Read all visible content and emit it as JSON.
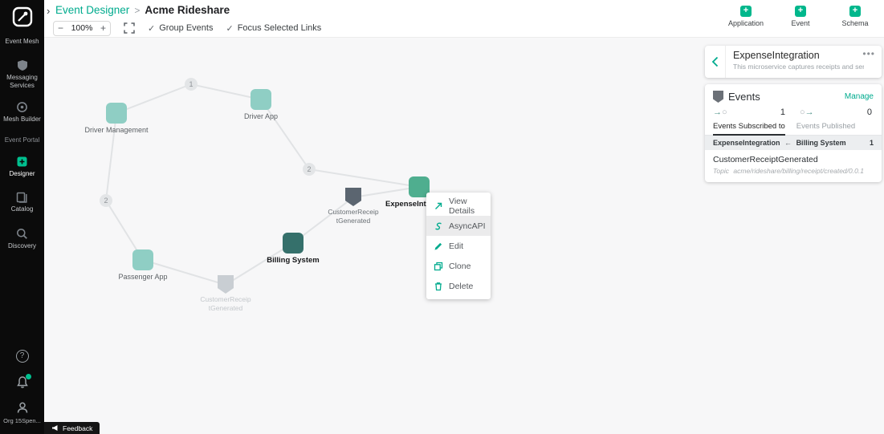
{
  "colors": {
    "accent": "#00ab8e",
    "node_teal": "#8fcec4",
    "node_selected_green": "#4fae8f",
    "node_dark_teal": "#35706b",
    "event_shield_gray": "#5b6570",
    "canvas_bg": "#f7f7f8",
    "sidebar_bg": "#0b0b0b"
  },
  "sidebar": {
    "nav_top": [
      {
        "label": "Event Mesh"
      },
      {
        "label": "Messaging Services"
      },
      {
        "label": "Mesh Builder"
      }
    ],
    "section_label": "Event Portal",
    "nav_portal": [
      {
        "label": "Designer"
      },
      {
        "label": "Catalog"
      },
      {
        "label": "Discovery"
      }
    ],
    "org_label": "Org 15Spen...",
    "feedback_label": "Feedback"
  },
  "header": {
    "breadcrumb": {
      "section": "Event Designer",
      "separator": ">",
      "page": "Acme Rideshare"
    },
    "zoom": {
      "minus": "−",
      "level": "100%",
      "plus": "+"
    },
    "toggles": [
      {
        "label": "Group Events"
      },
      {
        "label": "Focus Selected Links"
      }
    ],
    "create_buttons": [
      {
        "label": "Application"
      },
      {
        "label": "Event"
      },
      {
        "label": "Schema"
      }
    ]
  },
  "graph": {
    "nodes": [
      {
        "label": "Driver Management",
        "type": "application"
      },
      {
        "label": "Driver App",
        "type": "application"
      },
      {
        "label": "Passenger App",
        "type": "application"
      },
      {
        "label": "Billing System",
        "type": "application",
        "selected": true
      },
      {
        "label": "ExpenseIntegration",
        "type": "application",
        "selected": true
      },
      {
        "label": "CustomerReceiptGenerated",
        "type": "event"
      },
      {
        "label": "CustomerReceiptGenerated",
        "type": "event",
        "faded": true
      }
    ],
    "badges": [
      "1",
      "2",
      "2"
    ]
  },
  "context_menu": {
    "items": [
      {
        "label": "View Details"
      },
      {
        "label": "AsyncAPI",
        "highlighted": true
      },
      {
        "label": "Edit"
      },
      {
        "label": "Clone"
      },
      {
        "label": "Delete"
      }
    ]
  },
  "panel": {
    "title": "ExpenseIntegration",
    "subtitle": "This microservice captures receipts and sen...",
    "events": {
      "title": "Events",
      "manage_label": "Manage",
      "subscribed_count": "1",
      "published_count": "0",
      "tabs": [
        {
          "label": "Events Subscribed to"
        },
        {
          "label": "Events Published"
        }
      ],
      "relation": {
        "source": "ExpenseIntegration",
        "arrow": "←",
        "target": "Billing System",
        "count": "1"
      },
      "event_name": "CustomerReceiptGenerated",
      "topic_label": "Topic",
      "topic_value": "acme/rideshare/billing/receipt/created/0.0.1"
    }
  }
}
